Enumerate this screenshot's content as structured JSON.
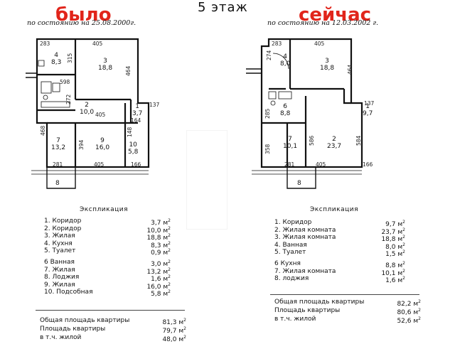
{
  "header": {
    "before": "было",
    "after": "сейчас",
    "floor": "5 этаж",
    "asof_left": "по состоянию на 25.08.2000г.",
    "asof_right": "по состоянию на 12.03.2002 г."
  },
  "left_plan": {
    "rooms": [
      {
        "id": "4",
        "area": "8,3"
      },
      {
        "id": "3",
        "area": "18,8"
      },
      {
        "id": "2",
        "area": "10,0"
      },
      {
        "id": "1",
        "area": "3,7"
      },
      {
        "id": "7",
        "area": "13,2"
      },
      {
        "id": "9",
        "area": "16,0"
      },
      {
        "id": "10",
        "area": "5,8"
      },
      {
        "id": "8",
        "area": ""
      }
    ],
    "dims": [
      "283",
      "315",
      "405",
      "464",
      "598",
      "272",
      "405",
      "164",
      "137",
      "468",
      "394",
      "148",
      "281",
      "405",
      "166"
    ]
  },
  "right_plan": {
    "rooms": [
      {
        "id": "4",
        "area": "8,0"
      },
      {
        "id": "3",
        "area": "18,8"
      },
      {
        "id": "6",
        "area": "8,8"
      },
      {
        "id": "1",
        "area": "9,7"
      },
      {
        "id": "7",
        "area": "10,1"
      },
      {
        "id": "2",
        "area": "23,7"
      },
      {
        "id": "8",
        "area": ""
      }
    ],
    "dims": [
      "274",
      "283",
      "405",
      "464",
      "285",
      "586",
      "584",
      "137",
      "358",
      "281",
      "405",
      "166"
    ]
  },
  "left_list": {
    "title": "Экспликация",
    "items": [
      {
        "name": "1.  Коридор",
        "area": "3,7"
      },
      {
        "name": "2.  Коридор",
        "area": "10,0"
      },
      {
        "name": "3.  Жилая",
        "area": "18,8"
      },
      {
        "name": "4.  Кухня",
        "area": "8,3"
      },
      {
        "name": "5.  Туалет",
        "area": "0,9"
      },
      {
        "name": "6  Ванная",
        "area": "3,0"
      },
      {
        "name": "7.  Жилая",
        "area": "13,2"
      },
      {
        "name": "8.  Лоджия",
        "area": "1,6"
      },
      {
        "name": "9.  Жилая",
        "area": "16,0"
      },
      {
        "name": "10.  Подсобная",
        "area": "5,8"
      }
    ],
    "totals": [
      {
        "name": "Общая площадь квартиры",
        "area": "81,3"
      },
      {
        "name": "Площадь квартиры",
        "area": "79,7"
      },
      {
        "name": "в т.ч. жилой",
        "area": "48,0"
      }
    ],
    "unit": "м",
    "unit_sup": "2"
  },
  "right_list": {
    "title": "Экспликация",
    "items": [
      {
        "name": "1.  Коридор",
        "area": "9,7"
      },
      {
        "name": "2.  Жилая комната",
        "area": "23,7"
      },
      {
        "name": "3.  Жилая комната",
        "area": "18,8"
      },
      {
        "name": "4.  Ванная",
        "area": "8,0"
      },
      {
        "name": "5.  Туалет",
        "area": "1,5"
      },
      {
        "name": "6  Кухня",
        "area": "8,8"
      },
      {
        "name": "7.  Жилая комната",
        "area": "10,1"
      },
      {
        "name": "8.  лоджия",
        "area": "1,6"
      }
    ],
    "totals": [
      {
        "name": "Общая площадь квартиры",
        "area": "82,2"
      },
      {
        "name": "Площадь квартиры",
        "area": "80,6"
      },
      {
        "name": "в т.ч. жилой",
        "area": "52,6"
      }
    ],
    "unit": "м",
    "unit_sup": "2"
  }
}
